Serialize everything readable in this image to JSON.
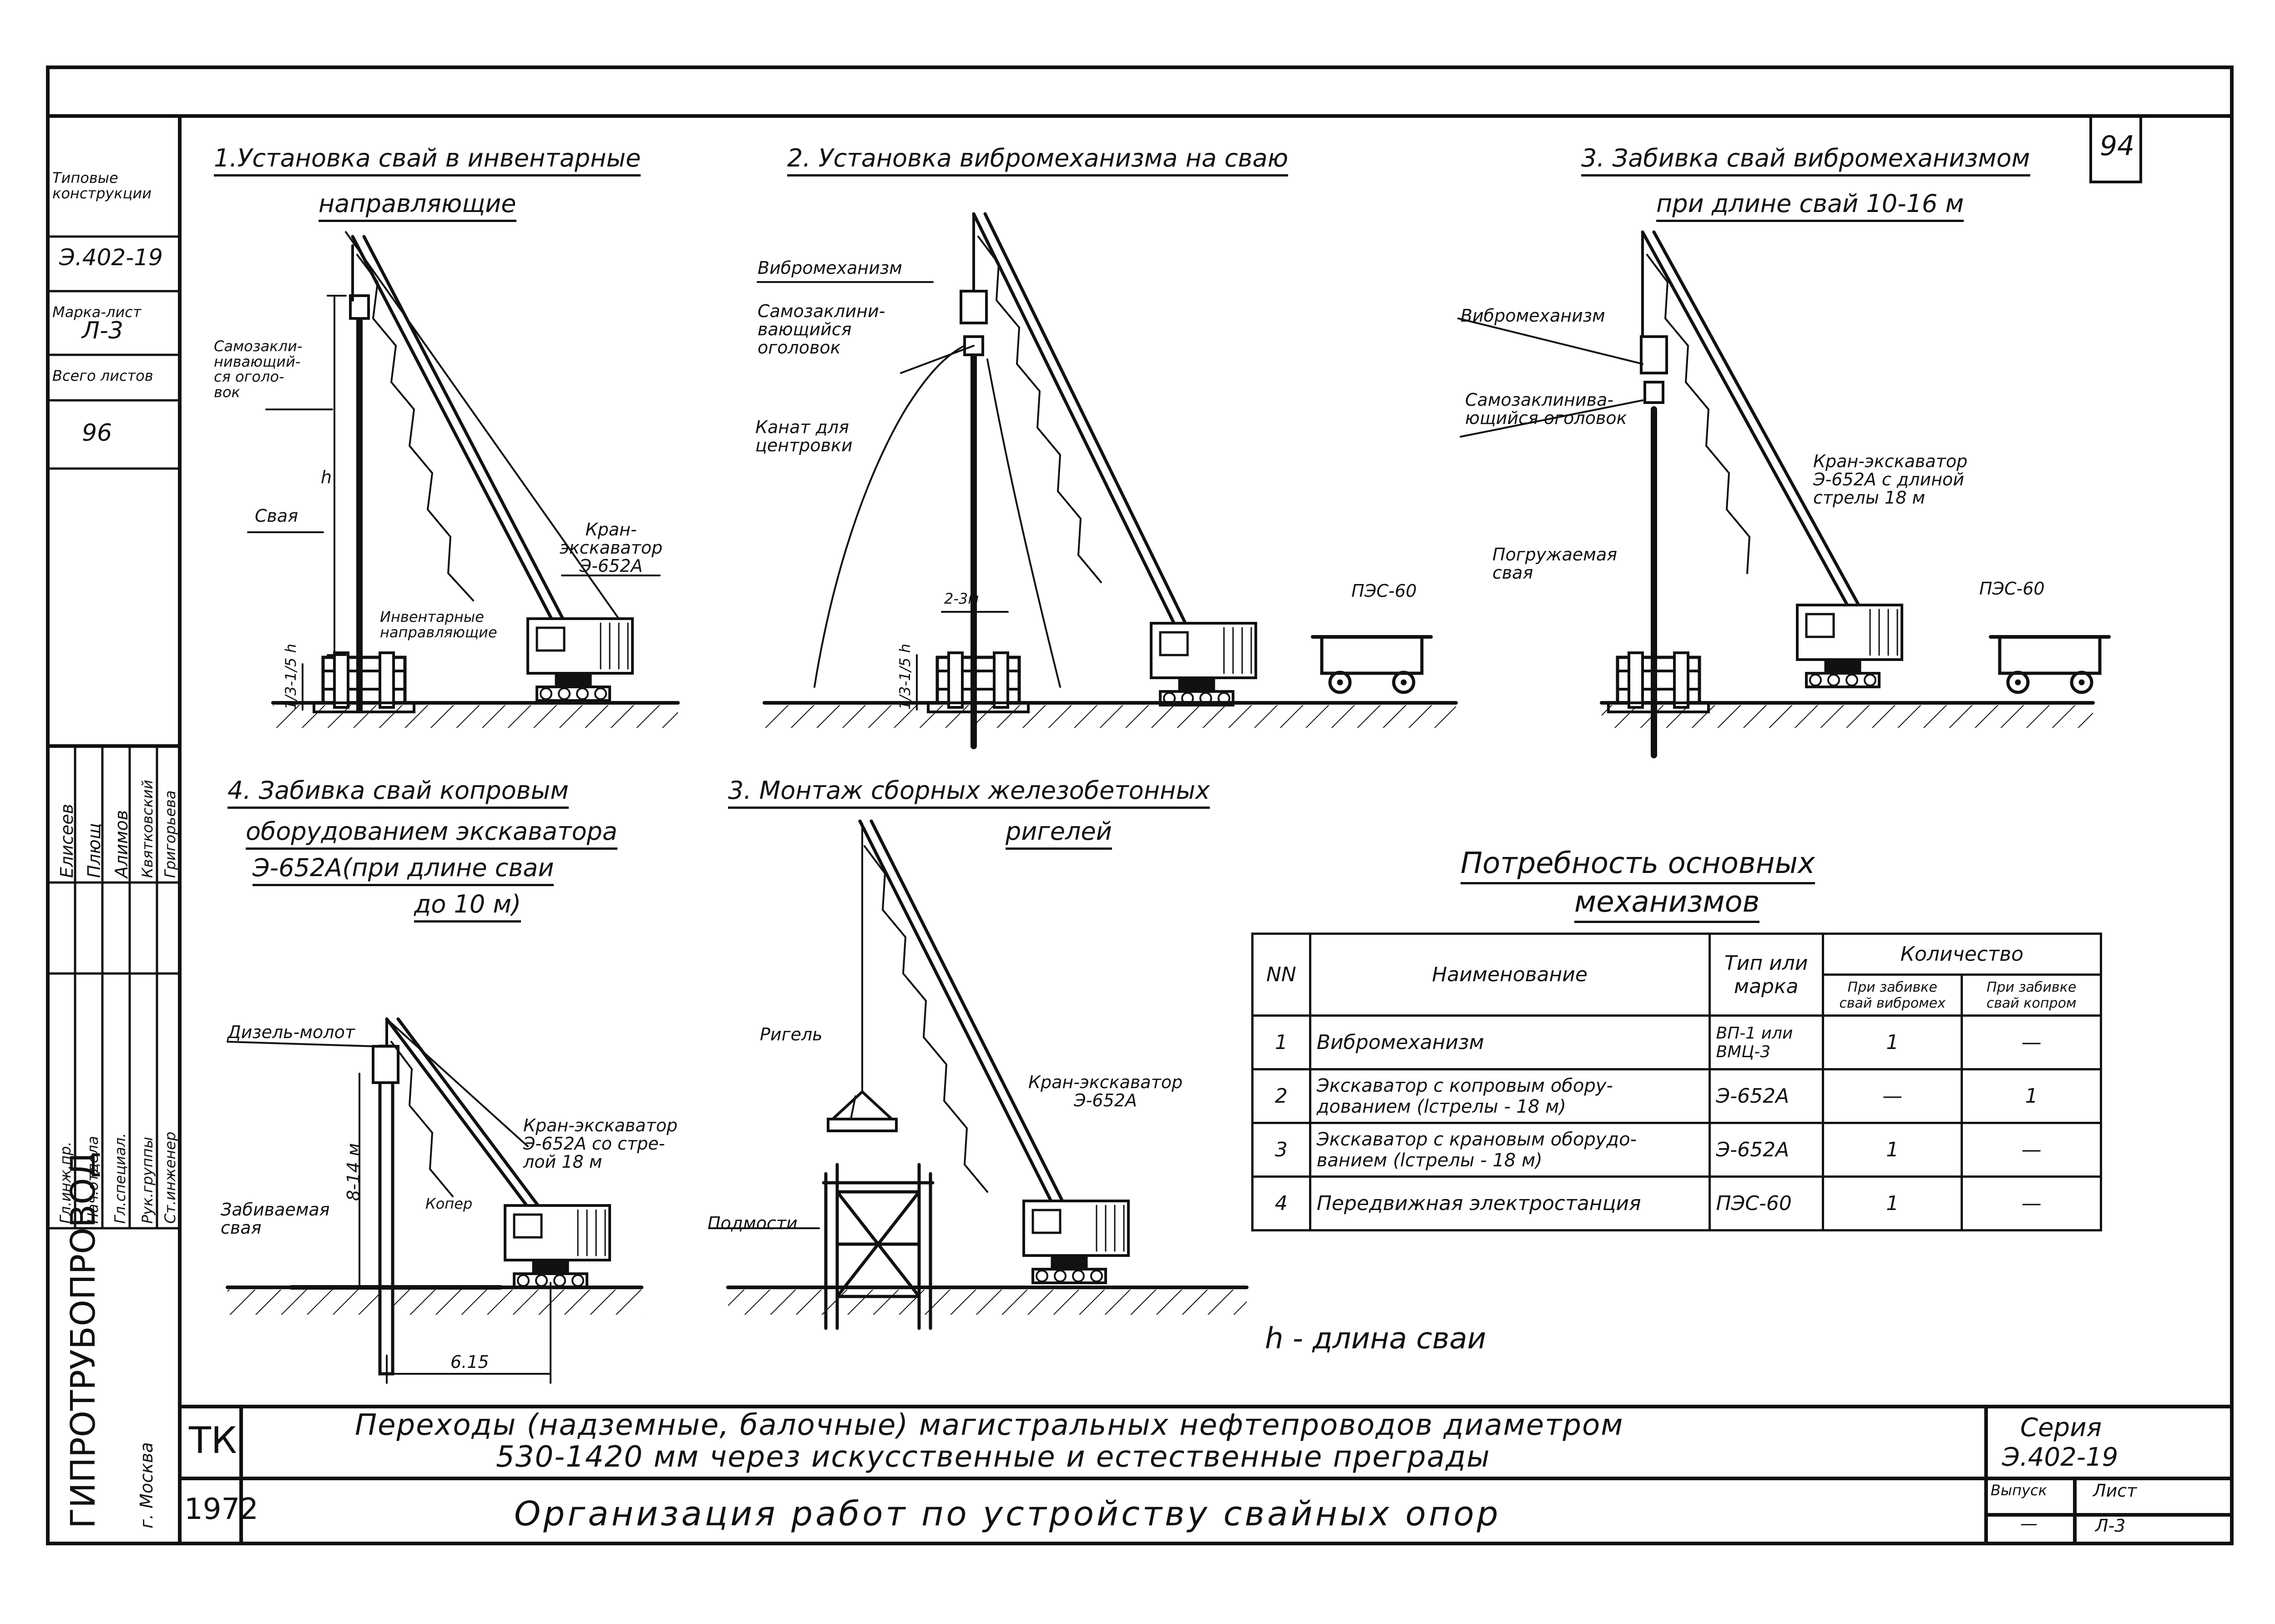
{
  "sheet_number": "94",
  "side_stamp": {
    "type_label": "Типовые конструкции",
    "series": "Э.402-19",
    "mark_label": "Марка-лист",
    "mark": "Л-3",
    "sheets_label": "Всего листов",
    "sheets": "96"
  },
  "signatures": {
    "roles": [
      "Гл.инж.пр.",
      "Нач.отдела",
      "Гл.специал.",
      "Рук.группы",
      "Ст.инженер"
    ],
    "names": [
      "Елисеев",
      "Плющ",
      "Алимов",
      "Квятковский",
      "Григорьева"
    ]
  },
  "organization": "ГИПРОТРУБОПРОВОД",
  "city": "г. Москва",
  "panels": {
    "p1": {
      "title_line1": "1.Установка свай в инвентарные",
      "title_line2": "направляющие",
      "label_head": "Самозакли-\nнивающий-\nся оголо-\nвок",
      "label_pile": "Свая",
      "label_h": "h",
      "label_depth": "1/3-1/5 h",
      "label_guides": "Инвентарные\nнаправляющие",
      "label_crane": "Кран-\nэкскаватор\nЭ-652А"
    },
    "p2": {
      "title": "2. Установка вибромеханизма на сваю",
      "label_vibro": "Вибромеханизм",
      "label_head": "Самозаклини-\nвающийся\nоголовок",
      "label_rope": "Канат для\nцентровки",
      "label_dist": "2-3м",
      "label_depth": "1/3-1/5 h",
      "label_pes": "ПЭС-60"
    },
    "p3": {
      "title_line1": "3. Забивка свай вибромеханизмом",
      "title_line2": "при длине свай 10-16 м",
      "label_vibro": "Вибромеханизм",
      "label_head": "Самозаклинива-\nющийся оголовок",
      "label_crane": "Кран-экскаватор\nЭ-652А с длиной\nстрелы 18 м",
      "label_pile": "Погружаемая\nсвая",
      "label_pes": "ПЭС-60"
    },
    "p4": {
      "title_line1": "4. Забивка свай копровым",
      "title_line2": "оборудованием экскаватора",
      "title_line3": "Э-652А(при длине сваи",
      "title_line4": "до 10 м)",
      "label_hammer": "Дизель-молот",
      "label_len": "8-14 м",
      "label_crane": "Кран-экскаватор\nЭ-652А со стре-\nлой 18 м",
      "label_driver": "Копер",
      "label_pile": "Забиваемая\nсвая",
      "label_dim": "6.15"
    },
    "p5": {
      "title_line1": "3. Монтаж сборных железобетонных",
      "title_line2": "ригелей",
      "label_beam": "Ригель",
      "label_crane": "Кран-экскаватор\nЭ-652А",
      "label_scaffold": "Подмости"
    }
  },
  "table": {
    "title_line1": "Потребность основных",
    "title_line2": "механизмов",
    "headers": {
      "num": "NN",
      "name": "Наименование",
      "type": "Тип или\nмарка",
      "qty": "Количество",
      "qty_vibro": "При забивке\nсвай вибромех",
      "qty_driver": "При забивке\nсвай копром"
    },
    "rows": [
      {
        "n": "1",
        "name": "Вибромеханизм",
        "type": "ВП-1 или\nВМЦ-3",
        "vibro": "1",
        "driver": "—"
      },
      {
        "n": "2",
        "name": "Экскаватор с копровым обору-\nдованием (lстрелы - 18 м)",
        "type": "Э-652А",
        "vibro": "—",
        "driver": "1"
      },
      {
        "n": "3",
        "name": "Экскаватор с крановым оборудо-\nванием (lстрелы - 18 м)",
        "type": "Э-652А",
        "vibro": "1",
        "driver": "—"
      },
      {
        "n": "4",
        "name": "Передвижная электростанция",
        "type": "ПЭС-60",
        "vibro": "1",
        "driver": "—"
      }
    ]
  },
  "note": "h - длина сваи",
  "title_block": {
    "code": "ТК",
    "year": "1972",
    "title_line1": "Переходы (надземные, балочные) магистральных нефтепроводов диаметром",
    "title_line2": "530-1420 мм через искусственные и естественные преграды",
    "subtitle": "Организация работ по устройству свайных опор",
    "series_label": "Серия",
    "series": "Э.402-19",
    "issue_label": "Выпуск",
    "issue": "—",
    "sheet_label": "Лист",
    "sheet": "Л-3"
  }
}
